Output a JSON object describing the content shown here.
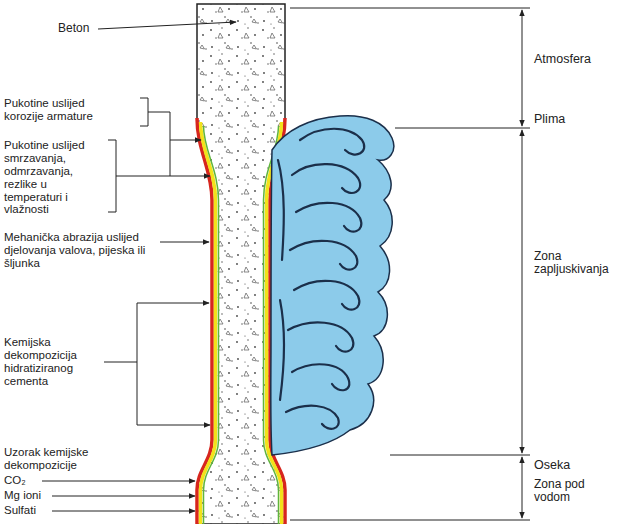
{
  "diagram": {
    "labels": [
      "Beton",
      "Pukotine uslijed korozije armature",
      "Pukotine uslijed smrzavanja, odmrzavanja, rezlike u temperaturi i vlažnosti",
      "Mehanička abrazija uslijed djelovanja valova, pijeska ili šljunka",
      "Kemijska dekompozicija hidratiziranog cementa",
      "Uzorak kemijske dekompozicije",
      "CO₂",
      "Mg ioni",
      "Sulfati",
      "Atmosfera",
      "Plima",
      "Zona zapljuskivanja",
      "Oseka",
      "Zona pod vodom"
    ]
  }
}
